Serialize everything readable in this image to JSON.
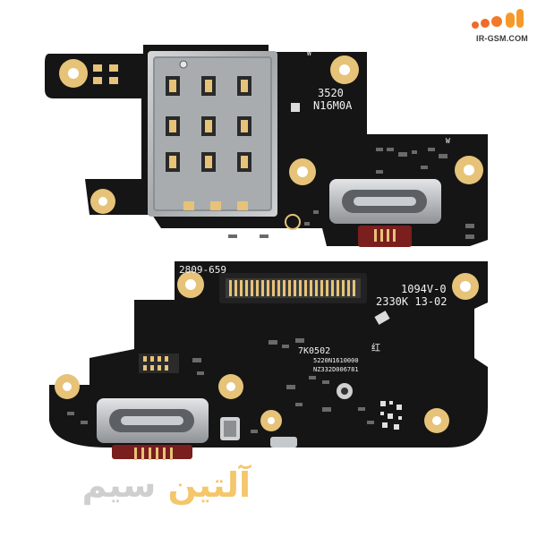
{
  "watermark": {
    "site": "IR-GSM.COM",
    "colors": {
      "primary": "#f06a2a",
      "secondary": "#f59a2a"
    }
  },
  "brand": {
    "word_right": "آلتین",
    "word_left": "سیم",
    "colors": {
      "word_right": "#f5c66a",
      "word_left": "#cfcfcf"
    }
  },
  "top_board": {
    "marking_1": "3520",
    "marking_2": "N16M0A",
    "marking_3": "W",
    "marking_4": "W"
  },
  "bottom_board": {
    "marking_1": "2809-659",
    "marking_2": "1094V-0",
    "marking_3": "2330K 13-02",
    "marking_4": "7K0502",
    "marking_5": "5220N1610000",
    "marking_6": "NZ332D006781",
    "marking_7": "红"
  },
  "colors": {
    "pcb": "#141414",
    "pad_gold": "#e6c378",
    "metal": "#b9bcbf",
    "usb_red": "#7a1e1e"
  }
}
